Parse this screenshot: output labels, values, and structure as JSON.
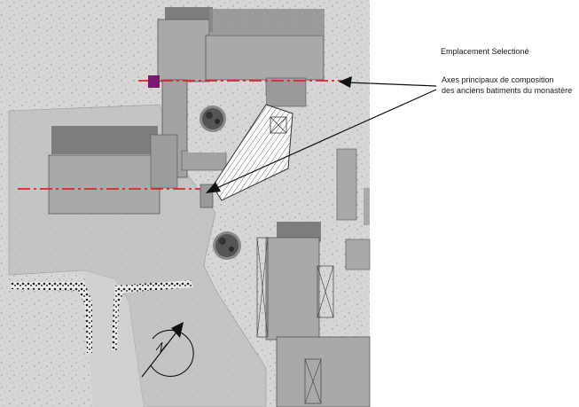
{
  "labels": {
    "selected_site": "Emplacement Selectioné",
    "axes_line1": "Axes principaux de composition",
    "axes_line2": "des anciens batiments du monastère"
  },
  "colors": {
    "axis_line": "#e0252a",
    "selected_marker": "#7a1a6e",
    "ground_texture": "#d4d4d4",
    "plaza": "#bfbfbf",
    "building_roof": "#a9a9a9",
    "building_shadow": "#7e7e7e",
    "arrow": "#111111"
  },
  "icons": {
    "north_arrow": "north-arrow-icon",
    "tree": "tree-icon"
  }
}
